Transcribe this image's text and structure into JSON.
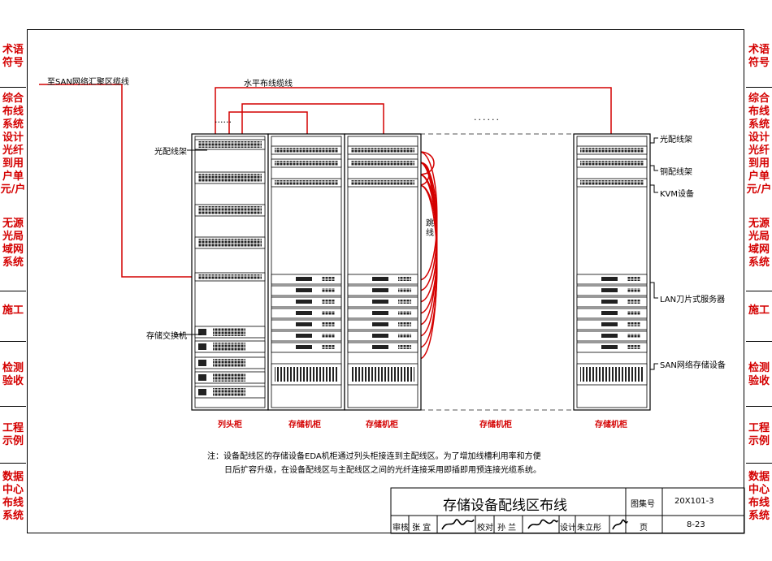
{
  "side_tabs": [
    {
      "label": "术语符号"
    },
    {
      "label": "综合布线系统设计"
    },
    {
      "label": "光纤到用户单元/户"
    },
    {
      "label": "无源光局域网系统"
    },
    {
      "label": "施工"
    },
    {
      "label": "检测验收"
    },
    {
      "label": "工程示例"
    },
    {
      "label": "数据中心布线系统"
    }
  ],
  "labels": {
    "san_backbone": "至SAN网络汇聚区缆线",
    "horizontal_cable": "水平布线缆线",
    "fiber_patch_left": "光配线架",
    "storage_switch": "存储交换机",
    "jumper": "跳线",
    "fiber_patch_right": "光配线架",
    "copper_patch": "铜配线架",
    "kvm": "KVM设备",
    "lan_blade": "LAN刀片式服务器",
    "san_storage": "SAN网络存储设备",
    "dots_top_left": "......",
    "dots_top_mid": "......"
  },
  "cabinets": [
    {
      "label": "列头柜"
    },
    {
      "label": "存储机柜"
    },
    {
      "label": "存储机柜"
    },
    {
      "label": "存储机柜"
    },
    {
      "label": "存储机柜"
    }
  ],
  "note": {
    "line1": "注：设备配线区的存储设备EDA机柜通过列头柜接连到主配线区。为了增加线槽利用率和方便",
    "line2": "日后扩容升级，在设备配线区与主配线区之间的光纤连接采用即插即用预连接光缆系统。"
  },
  "title_block": {
    "title": "存储设备配线区布线",
    "atlas_label": "图集号",
    "atlas_no": "20X101-3",
    "page_label": "页",
    "page_no": "8-23",
    "review_label": "审核",
    "review_name": "张 宜",
    "check_label": "校对",
    "check_name": "孙 兰",
    "design_label": "设计",
    "design_name": "朱立彤"
  },
  "colors": {
    "accent": "#d40000",
    "line": "#000000"
  }
}
